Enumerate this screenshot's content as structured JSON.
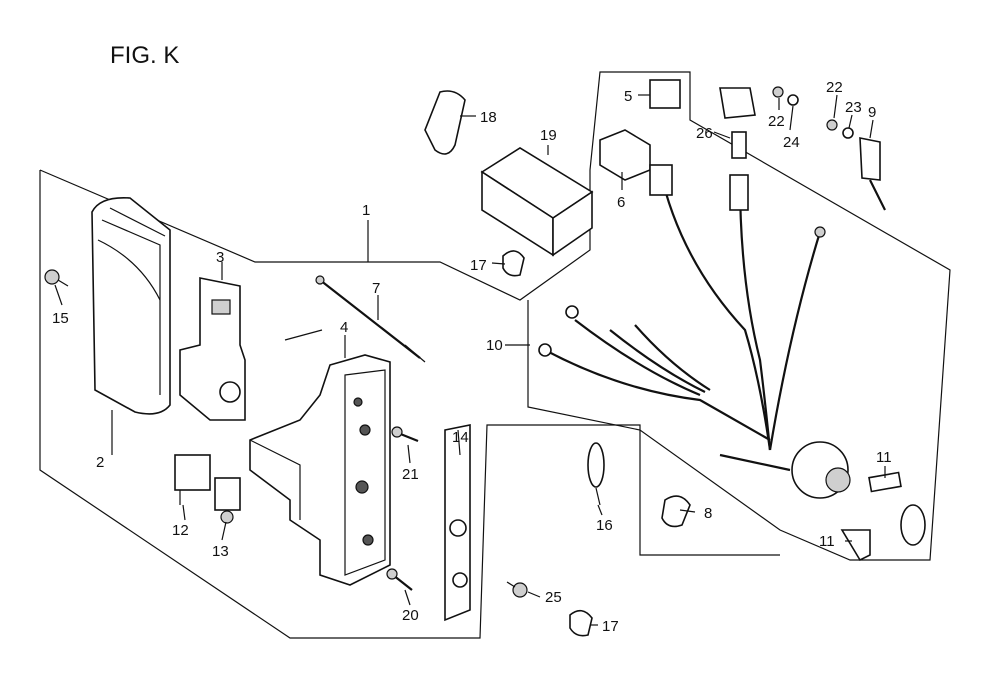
{
  "figure": {
    "title": "FIG. K"
  },
  "callouts": {
    "c1": "1",
    "c2": "2",
    "c3": "3",
    "c4": "4",
    "c5": "5",
    "c6": "6",
    "c7": "7",
    "c8": "8",
    "c9": "9",
    "c10": "10",
    "c11a": "11",
    "c11b": "11",
    "c12": "12",
    "c13": "13",
    "c14": "14",
    "c15": "15",
    "c16": "16",
    "c17a": "17",
    "c17b": "17",
    "c18": "18",
    "c19": "19",
    "c20": "20",
    "c21": "21",
    "c22a": "22",
    "c22b": "22",
    "c23": "23",
    "c24": "24",
    "c25": "25",
    "c26": "26"
  }
}
